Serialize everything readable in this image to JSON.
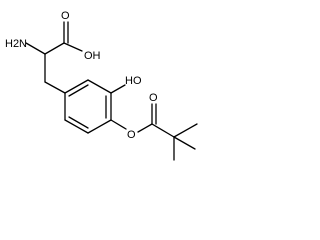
{
  "molecule": {
    "labels": {
      "amine": "H2N",
      "carboxyl_o": "O",
      "carboxyl_oh": "OH",
      "phenol_oh": "HO",
      "ester_o": "O",
      "carbonyl_o": "O"
    }
  }
}
